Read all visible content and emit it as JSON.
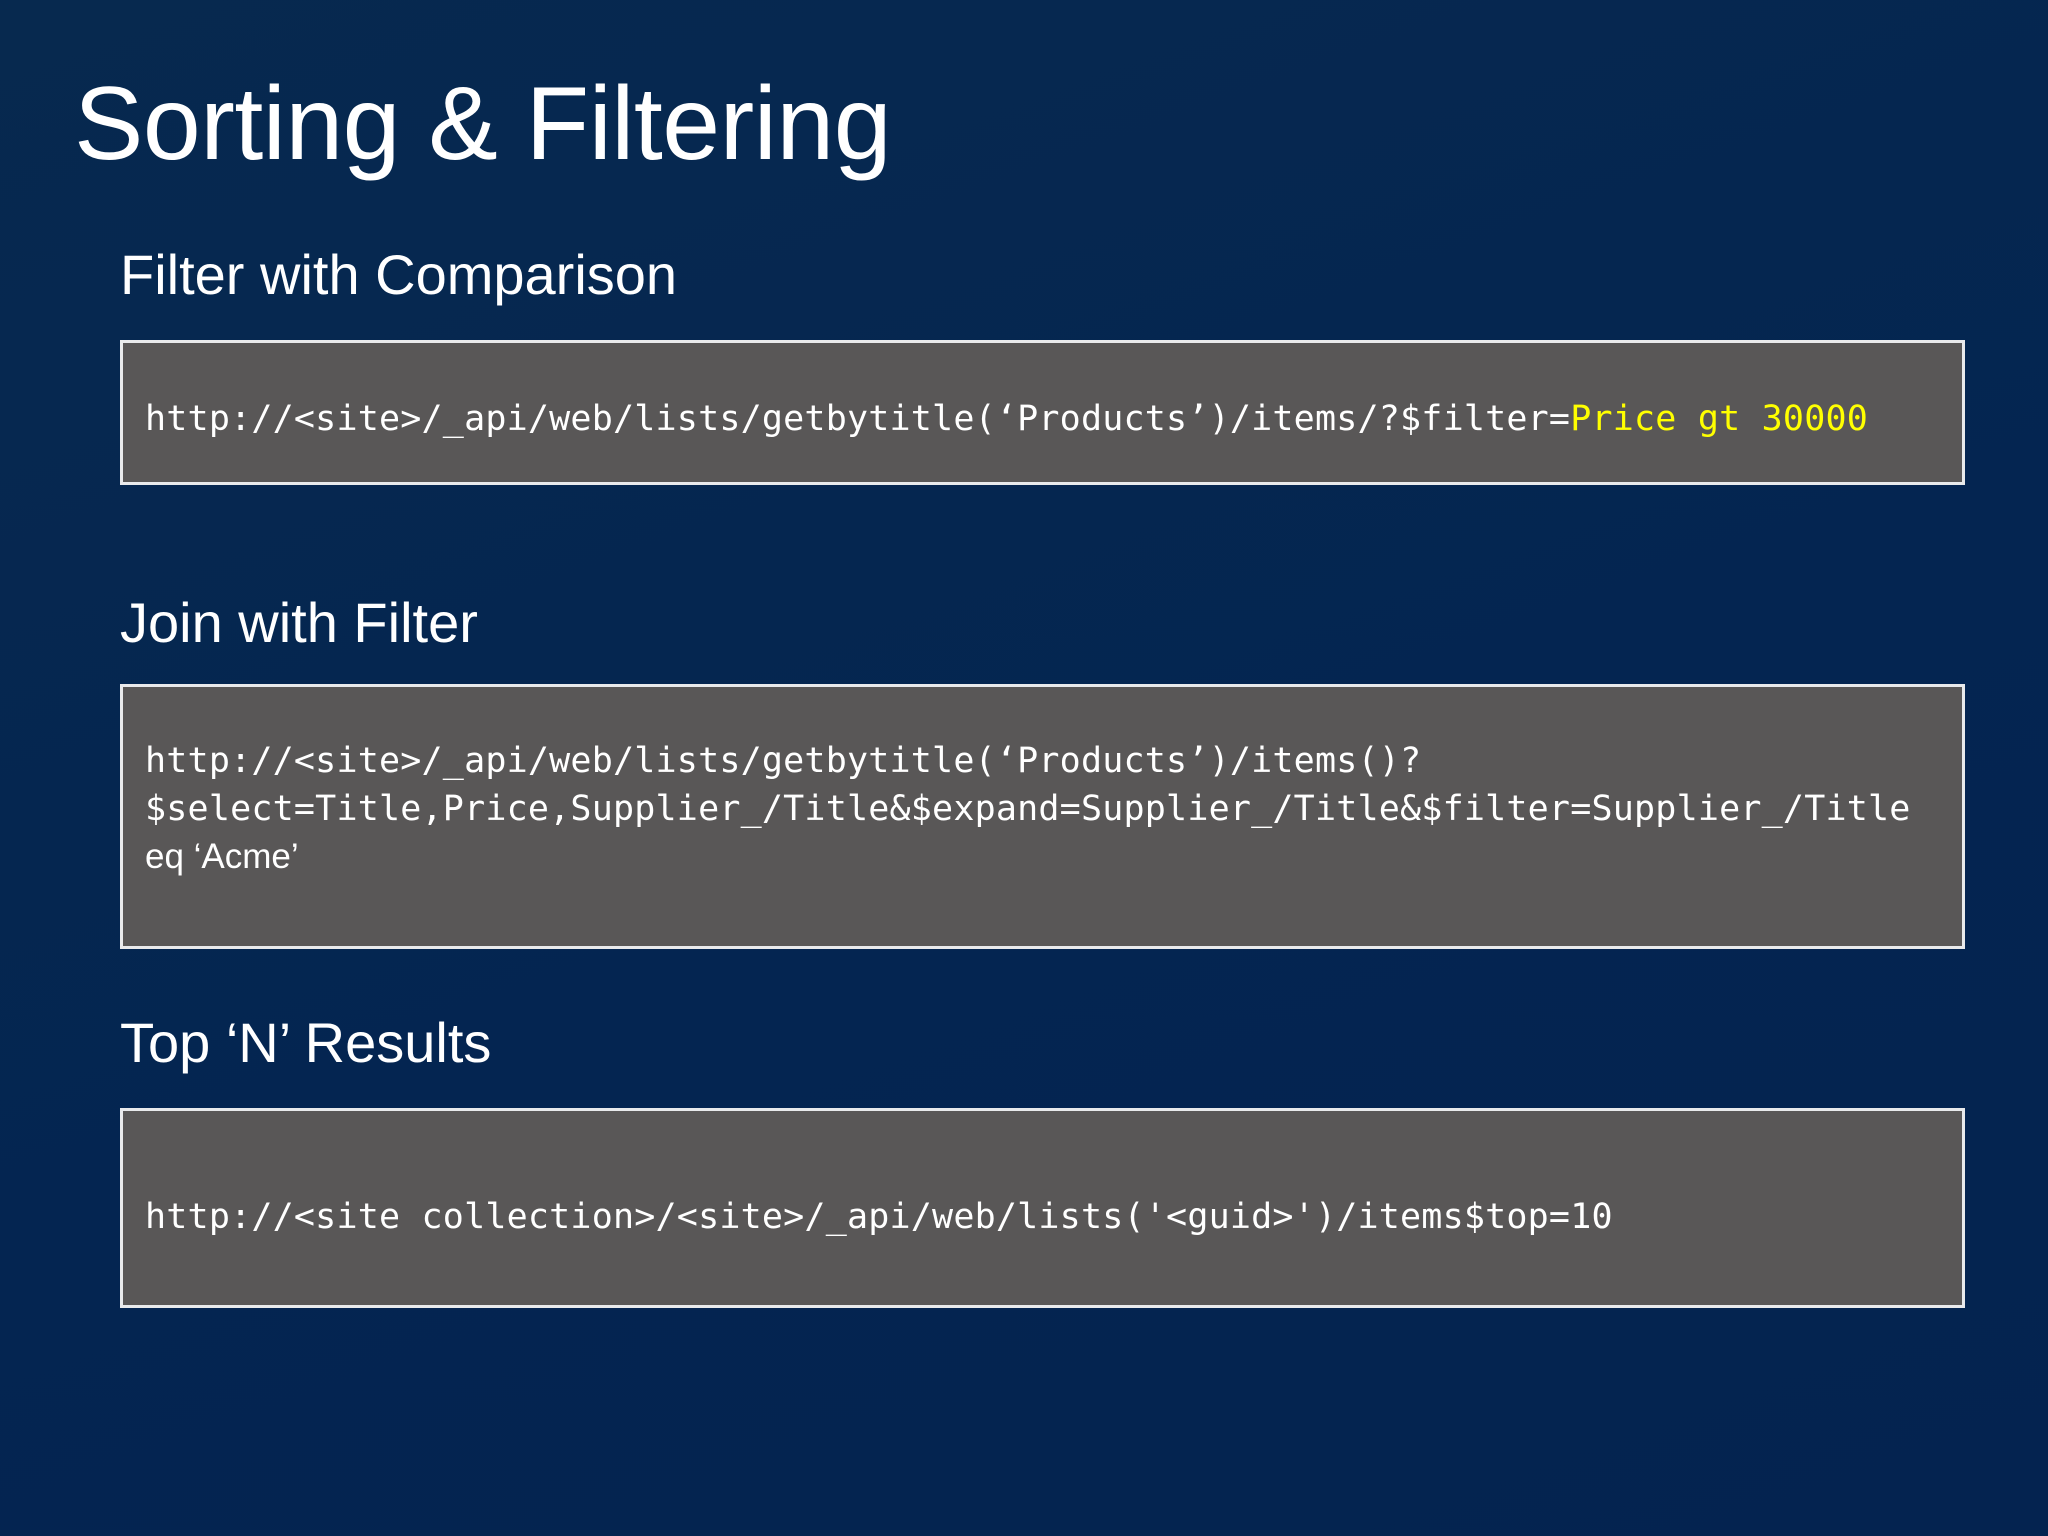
{
  "slide": {
    "title": "Sorting & Filtering",
    "background_color": "#04264f",
    "code_box_background": "#595757",
    "code_box_border": "#e9eaec",
    "highlight_color": "#ffff00",
    "text_color": "#ffffff"
  },
  "sections": [
    {
      "heading": "Filter with Comparison",
      "code": {
        "line1_prefix": "http://<site>/_api/web/lists/getbytitle(‘Products’)/items/?$filter=",
        "line1_highlight": "Price gt 30000"
      }
    },
    {
      "heading": "Join with Filter",
      "code": {
        "line1": "http://<site>/_api/web/lists/getbytitle(‘Products’)/items()?",
        "line2": "$select=Title,Price,Supplier_/Title&$expand=Supplier_/Title&$filter=Supplier_/Title",
        "line3_a": "eq ",
        "line3_b": "‘Acme’"
      }
    },
    {
      "heading": "Top ‘N’ Results",
      "code": {
        "line1": "http://<site collection>/<site>/_api/web/lists('<guid>')/items$top=10"
      }
    }
  ]
}
